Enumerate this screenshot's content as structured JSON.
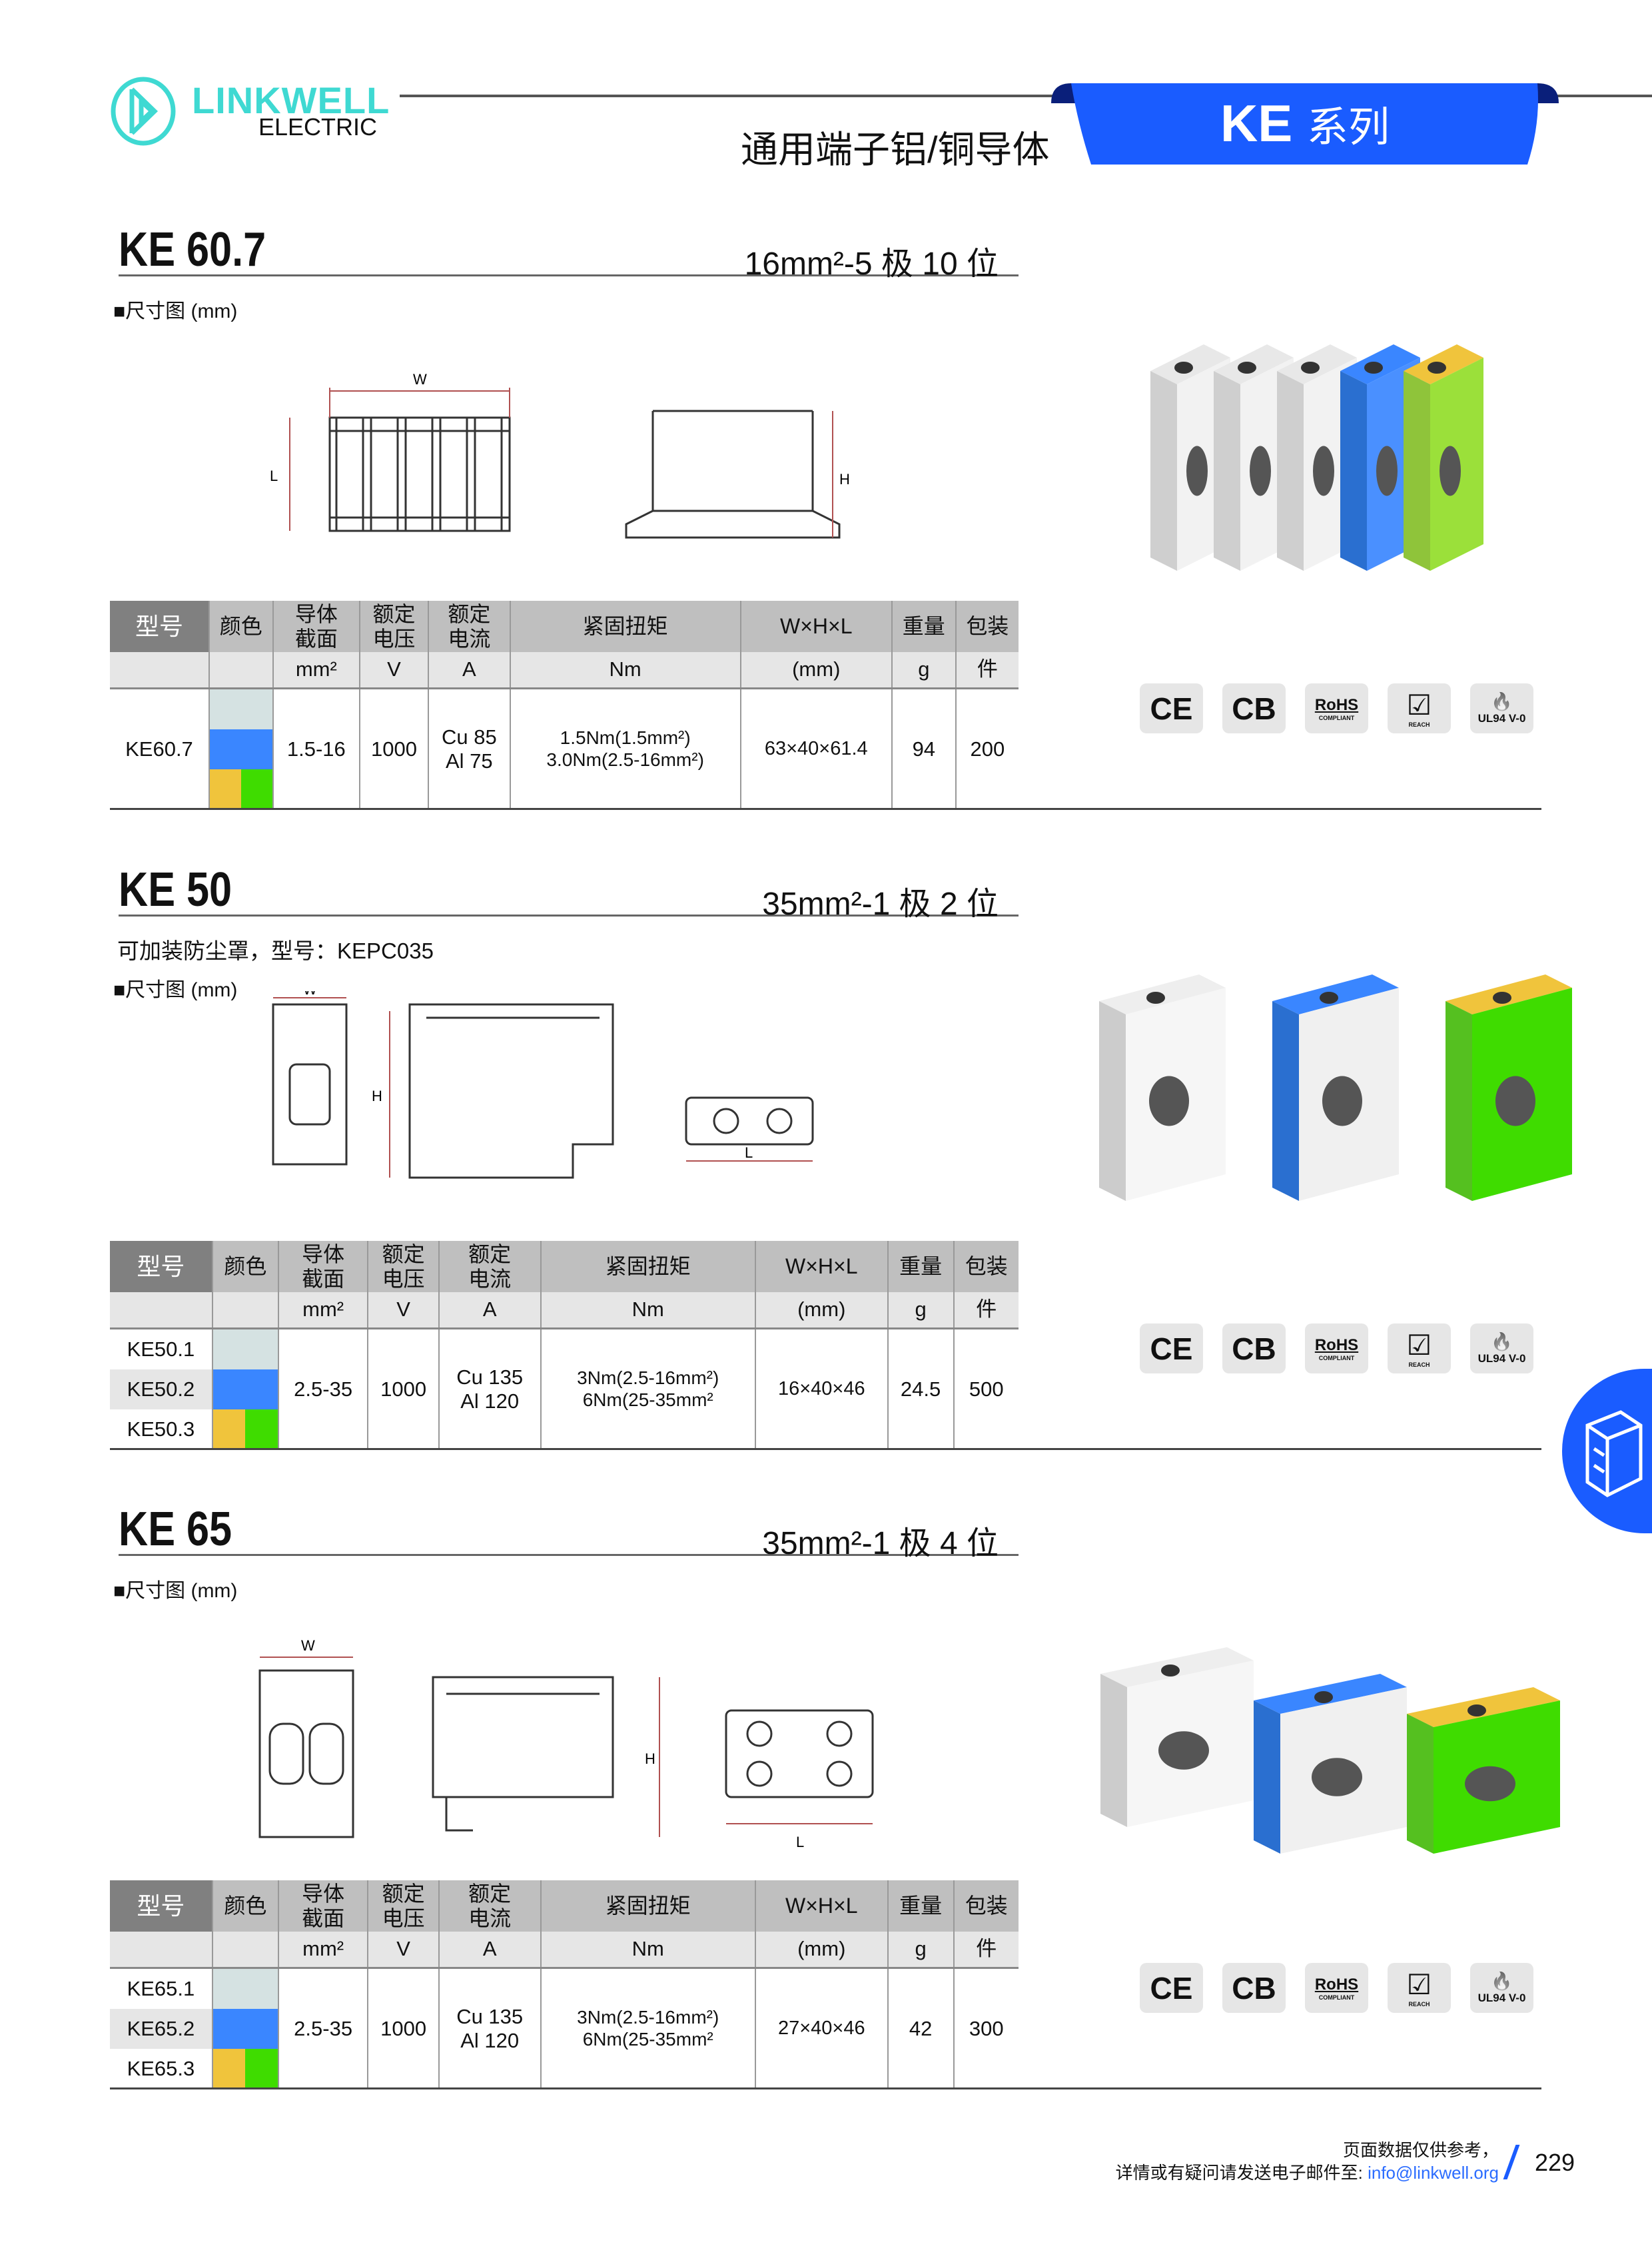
{
  "header": {
    "brand": "LINKWELL",
    "brand_sub": "ELECTRIC",
    "subtitle": "通用端子铝/铜导体",
    "series_code": "KE",
    "series_label": "系列",
    "accent_color": "#1a5cff",
    "logo_color": "#3fd9d2"
  },
  "table_headers": {
    "cols": [
      "型号",
      "颜色",
      "导体\n截面",
      "额定\n电压",
      "额定\n电流",
      "紧固扭矩",
      "W×H×L",
      "重量",
      "包装"
    ],
    "units": [
      "",
      "",
      "mm²",
      "V",
      "A",
      "Nm",
      "(mm)",
      "g",
      "件"
    ]
  },
  "colors": {
    "grey": "#d5e2e2",
    "blue": "#3a86ff",
    "yellow": "#f0c43c",
    "green": "#3fdc00"
  },
  "certs": [
    "CE",
    "CB",
    "RoHS",
    "REACH",
    "UL94 V-0"
  ],
  "certs_sub": {
    "rohs": "COMPLIANT"
  },
  "sections": [
    {
      "title": "KE 60.7",
      "spec": "16mm²-5 极  10 位",
      "note": "",
      "dims_label": "■尺寸图 (mm)",
      "dim_labels": {
        "w": "W",
        "l": "L",
        "h": "H"
      },
      "rows": [
        {
          "model": "KE60.7"
        }
      ],
      "cross_section": "1.5-16",
      "voltage": "1000",
      "current": [
        "Cu 85",
        "Al 75"
      ],
      "torque": [
        "1.5Nm(1.5mm²)",
        "3.0Nm(2.5-16mm²)"
      ],
      "size": "63×40×61.4",
      "weight": "94",
      "pack": "200"
    },
    {
      "title": "KE 50",
      "spec": "35mm²-1 极  2 位",
      "note": "可加装防尘罩，型号：KEPC035",
      "dims_label": "■尺寸图 (mm)",
      "dim_labels": {
        "w": "W",
        "l": "L",
        "h": "H"
      },
      "rows": [
        {
          "model": "KE50.1"
        },
        {
          "model": "KE50.2"
        },
        {
          "model": "KE50.3"
        }
      ],
      "cross_section": "2.5-35",
      "voltage": "1000",
      "current": [
        "Cu 135",
        "Al 120"
      ],
      "torque": [
        "3Nm(2.5-16mm²)",
        "6Nm(25-35mm²"
      ],
      "size": "16×40×46",
      "weight": "24.5",
      "pack": "500"
    },
    {
      "title": "KE 65",
      "spec": "35mm²-1 极  4 位",
      "note": "",
      "dims_label": "■尺寸图 (mm)",
      "dim_labels": {
        "w": "W",
        "l": "L",
        "h": "H"
      },
      "rows": [
        {
          "model": "KE65.1"
        },
        {
          "model": "KE65.2"
        },
        {
          "model": "KE65.3"
        }
      ],
      "cross_section": "2.5-35",
      "voltage": "1000",
      "current": [
        "Cu 135",
        "Al 120"
      ],
      "torque": [
        "3Nm(2.5-16mm²)",
        "6Nm(25-35mm²"
      ],
      "size": "27×40×46",
      "weight": "42",
      "pack": "300"
    }
  ],
  "footer": {
    "line1": "页面数据仅供参考，",
    "line2": "详情或有疑问请发送电子邮件至: ",
    "email": "info@linkwell.org",
    "page": "229"
  }
}
